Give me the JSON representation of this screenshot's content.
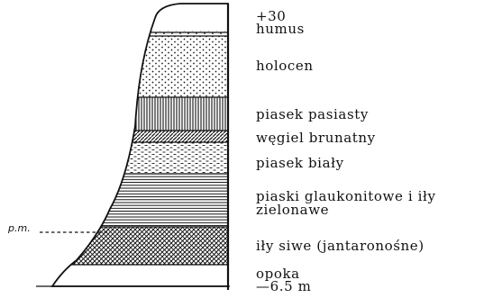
{
  "top_elevation": "+30",
  "bottom_elevation": "—6.5  m",
  "water_level_label": "p.m.",
  "layers": [
    {
      "id": "humus",
      "label": "humus",
      "pattern": "dots-sparse"
    },
    {
      "id": "holocen",
      "label": "holocen",
      "pattern": "dots"
    },
    {
      "id": "piasek-pasiasty",
      "label": "piasek pasiasty",
      "pattern": "vertical-lines"
    },
    {
      "id": "wegiel-brunatny",
      "label": "węgiel brunatny",
      "pattern": "diagonal-hatch"
    },
    {
      "id": "piasek-bialy",
      "label": "piasek biały",
      "pattern": "dashes"
    },
    {
      "id": "piaski-glaukonitowe",
      "label": "piaski glaukonitowe i iły",
      "label2": "zielonawe",
      "pattern": "horizontal-lines"
    },
    {
      "id": "ily-siwe",
      "label": "iły siwe (jantaronośne)",
      "pattern": "cross-hatch"
    },
    {
      "id": "opoka",
      "label": "opoka",
      "pattern": "blank"
    }
  ],
  "colors": {
    "ink": "#111111",
    "paper": "#ffffff"
  }
}
